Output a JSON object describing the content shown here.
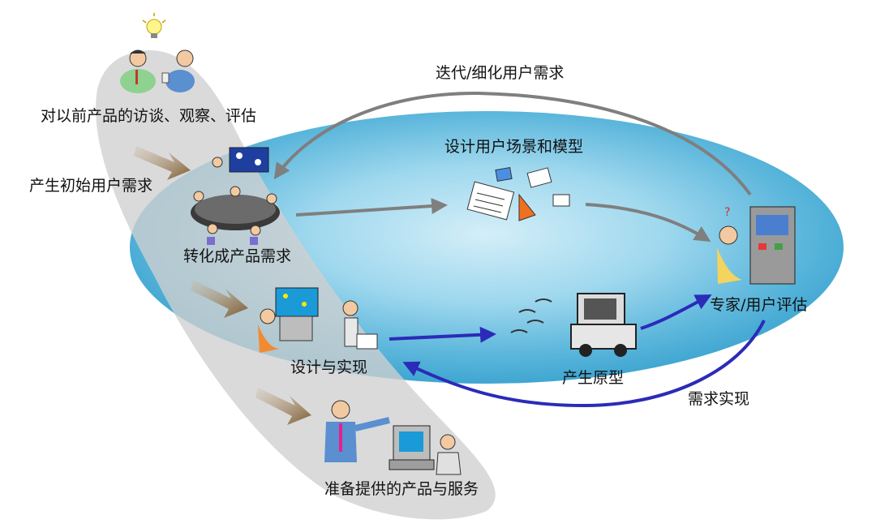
{
  "labels": {
    "interview": "对以前产品的访谈、观察、评估",
    "initial_requirements": "产生初始用户需求",
    "transform_requirements": "转化成产品需求",
    "design_implement": "设计与实现",
    "prepare_deliver": "准备提供的产品与服务",
    "iterate_refine": "迭代/细化用户需求",
    "design_scenarios": "设计用户场景和模型",
    "expert_user_eval": "专家/用户评估",
    "generate_prototype": "产生原型",
    "requirement_realization": "需求实现"
  },
  "colors": {
    "ellipse_light": "#d4eef8",
    "ellipse_mid": "#74c6e3",
    "ellipse_dark": "#3fa6d1",
    "band_gray": "#d8d8d8",
    "arrow_gray": "#7f7f7f",
    "arrow_blue": "#2b2bb8",
    "arrow_brown": "#8c6a3c"
  }
}
